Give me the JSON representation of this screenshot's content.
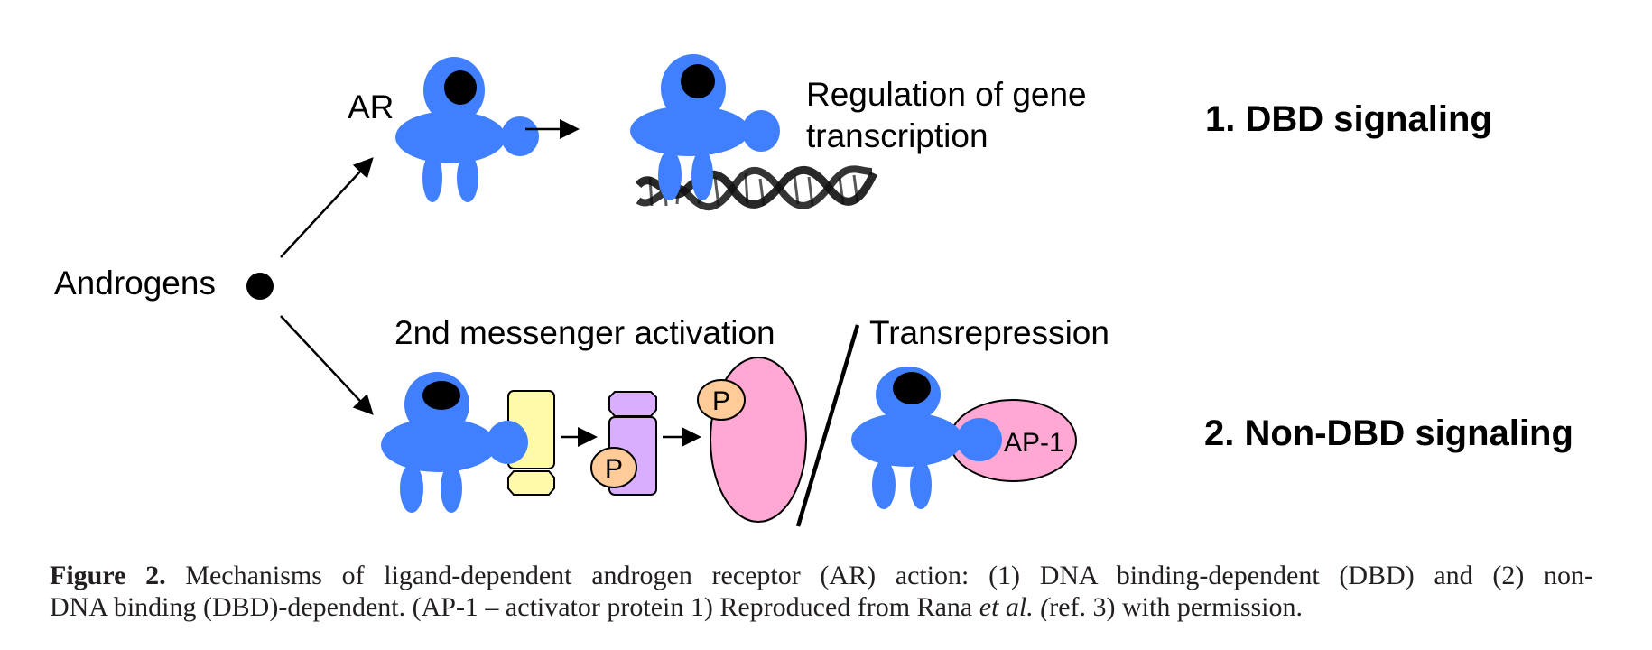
{
  "colors": {
    "receptor": "#4080ff",
    "ligand": "#000000",
    "kinase_yellow": "#fffaaa",
    "kinase_purple": "#d9adff",
    "target_pink": "#ffa8d4",
    "phospho_peach": "#ffcc99",
    "caption_text": "#231f20"
  },
  "diagram": {
    "source_label": "Androgens",
    "receptor_label": "AR",
    "pathway1": {
      "outcome_line1": "Regulation of gene",
      "outcome_line2": "transcription",
      "title": "1. DBD signaling"
    },
    "pathway2": {
      "branch_a_label": "2nd messenger activation",
      "branch_b_label": "Transrepression",
      "phospho_label_1": "P",
      "phospho_label_2": "P",
      "partner_label": "AP-1",
      "title": "2. Non-DBD signaling"
    }
  },
  "caption": {
    "figure_label": "Figure 2.",
    "line1_text": " Mechanisms of ligand-dependent androgen receptor (AR) action: (1) DNA binding-dependent (DBD) and (2) non-",
    "line2_pre": "DNA binding (DBD)-dependent. (AP-1 – activator protein 1) Reproduced from Rana ",
    "line2_italic": "et al. (",
    "line2_post": "ref. 3) with permission."
  }
}
